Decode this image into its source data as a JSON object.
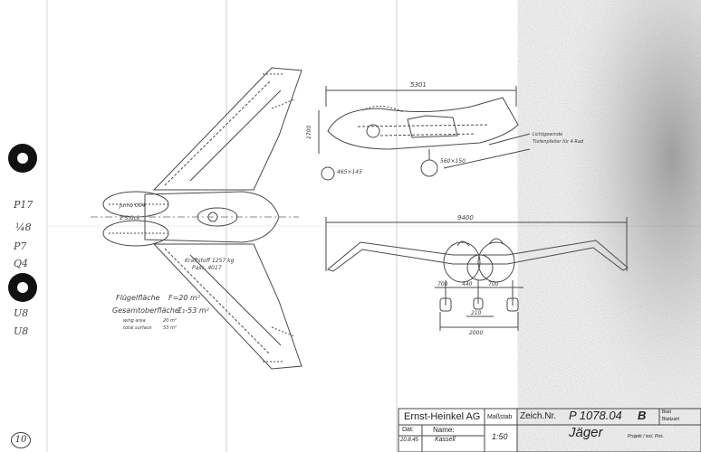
{
  "left_margin": {
    "notes": [
      "P17",
      "¼8",
      "P7",
      "Q4",
      "U8",
      "U8"
    ],
    "page_number": "10"
  },
  "top_view": {
    "wing_area_label": "Flügelfläche",
    "wing_area_value": "F=20 m²",
    "total_area_label": "Gesamtoberfläche",
    "total_area_value": "Σ₁-53 m²",
    "wing_label": "wing area",
    "wing_value": "20 m²",
    "surface_label": "total surface",
    "surface_value": "53 m²",
    "engine_label": "Kraftstoff 1257 kg",
    "engine_sub": "Pass. 4017",
    "inner_label_1": "Jumo 004",
    "inner_label_2": "2 Stück"
  },
  "side_view": {
    "length": "5301",
    "height": "1700",
    "wheel_1": "465×145",
    "wheel_2": "560×150",
    "note_1": "Lichtgewinde",
    "note_2": "Tiefenpfeiler für 4 Rad"
  },
  "front_view": {
    "span": "9400",
    "dim_1": "700",
    "dim_2": "440",
    "dim_3": "700",
    "dim_4": "210",
    "track": "2000"
  },
  "title_block": {
    "company": "Ernst-Heinkel AG",
    "scale_label": "Maßstab",
    "drawing_no_label": "Zeich.Nr.",
    "drawing_no": "P 1078.04",
    "suffix": "B",
    "small_note_1": "Blatt",
    "small_note_2": "Blattzahl",
    "date_label": "Dat:",
    "name_label": "Name:",
    "date": "20.8.45",
    "name": "Kassell",
    "scale": "1:50",
    "title": "Jäger",
    "subtitle": "Projekt / incl. Pos."
  }
}
